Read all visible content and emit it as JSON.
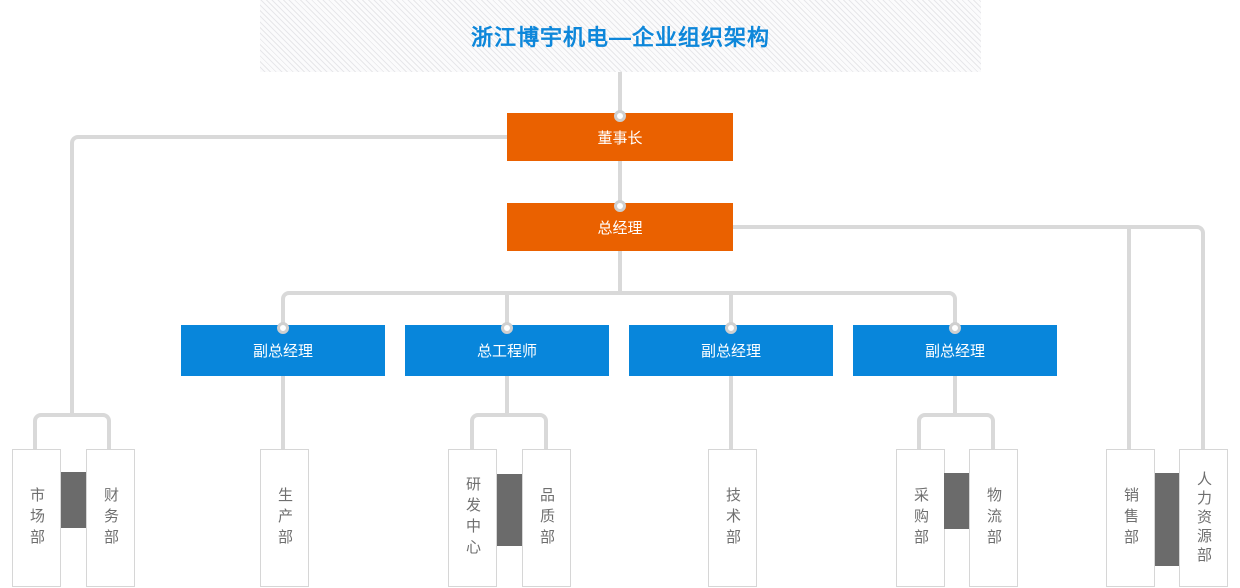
{
  "title": {
    "text": "浙江博宇机电—企业组织架构"
  },
  "colors": {
    "orange_node": "#ea6100",
    "blue_node": "#0886db",
    "title_text": "#0e87da",
    "connector_line": "#d9d9d9",
    "dept_border": "#d6d6d6",
    "dept_text": "#6f6f6f",
    "divider_block": "#6b6b6b"
  },
  "nodes": {
    "chairman": {
      "label": "董事长"
    },
    "general_manager": {
      "label": "总经理"
    },
    "executives": [
      {
        "label": "副总经理"
      },
      {
        "label": "总工程师"
      },
      {
        "label": "副总经理"
      },
      {
        "label": "副总经理"
      }
    ],
    "departments": {
      "marketing": "市场部",
      "finance": "财务部",
      "production": "生产部",
      "rd_center": "研发中心",
      "quality": "品质部",
      "technology": "技术部",
      "purchasing": "采购部",
      "logistics": "物流部",
      "sales": "销售部",
      "human_resources": "人力资源部"
    }
  }
}
